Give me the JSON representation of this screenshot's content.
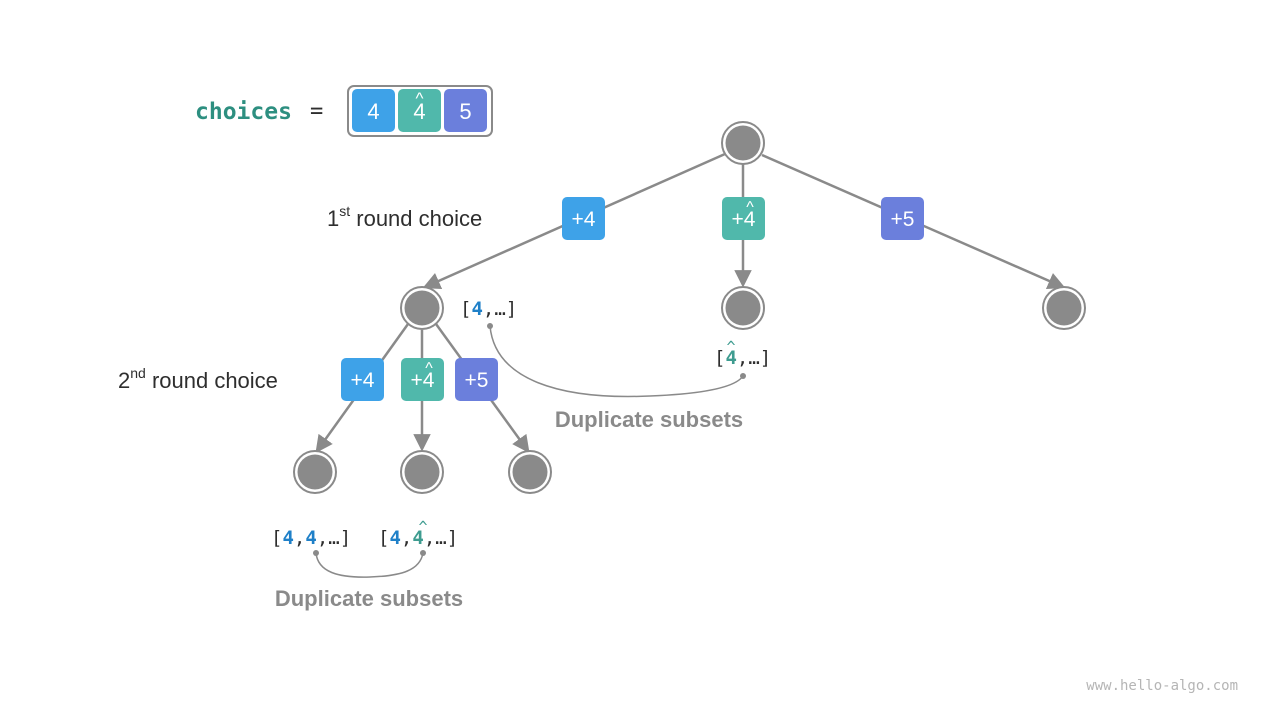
{
  "choices": {
    "label": "choices",
    "equals": "=",
    "items": [
      {
        "text": "4",
        "hat": "",
        "color": "#3ea2e8"
      },
      {
        "text": "4",
        "hat": "^",
        "color": "#50b8ab"
      },
      {
        "text": "5",
        "hat": "",
        "color": "#6b7fdc"
      }
    ]
  },
  "rounds": {
    "first": {
      "num": "1",
      "sup": "st",
      "rest": " round choice"
    },
    "second": {
      "num": "2",
      "sup": "nd",
      "rest": " round choice"
    }
  },
  "level1_edges": [
    {
      "text": "+4",
      "hat": "",
      "color": "#3ea2e8"
    },
    {
      "text": "+4",
      "hat": "^",
      "color": "#50b8ab"
    },
    {
      "text": "+5",
      "hat": "",
      "color": "#6b7fdc"
    }
  ],
  "level2_edges": [
    {
      "text": "+4",
      "hat": "",
      "color": "#3ea2e8"
    },
    {
      "text": "+4",
      "hat": "^",
      "color": "#50b8ab"
    },
    {
      "text": "+5",
      "hat": "",
      "color": "#6b7fdc"
    }
  ],
  "subset_labels": {
    "a": {
      "open": "[",
      "v1": "4",
      "sep": ",",
      "rest": "…]"
    },
    "b": {
      "open": "[",
      "v1": "4",
      "hat": "^",
      "sep": ",",
      "rest": "…]"
    },
    "c": {
      "open": "[",
      "v1": "4",
      "sep1": ",",
      "v2": "4",
      "sep2": ",",
      "rest": "…]"
    },
    "d": {
      "open": "[",
      "v1": "4",
      "sep1": ",",
      "v2": "4",
      "hat": "^",
      "sep2": ",",
      "rest": "…]"
    }
  },
  "duplicates": {
    "upper": "Duplicate subsets",
    "lower": "Duplicate subsets"
  },
  "watermark": "www.hello-algo.com",
  "colors": {
    "node_fill": "#8a8a8a",
    "node_ring": "#8a8a8a",
    "edge": "#8a8a8a",
    "text_dark": "#2e2e2e",
    "teal_label": "#2d8f80",
    "blue_value": "#1f80c8",
    "teal_value": "#3e9c90",
    "dup_text": "#8a8a8a",
    "watermark": "#b5b5b5"
  }
}
